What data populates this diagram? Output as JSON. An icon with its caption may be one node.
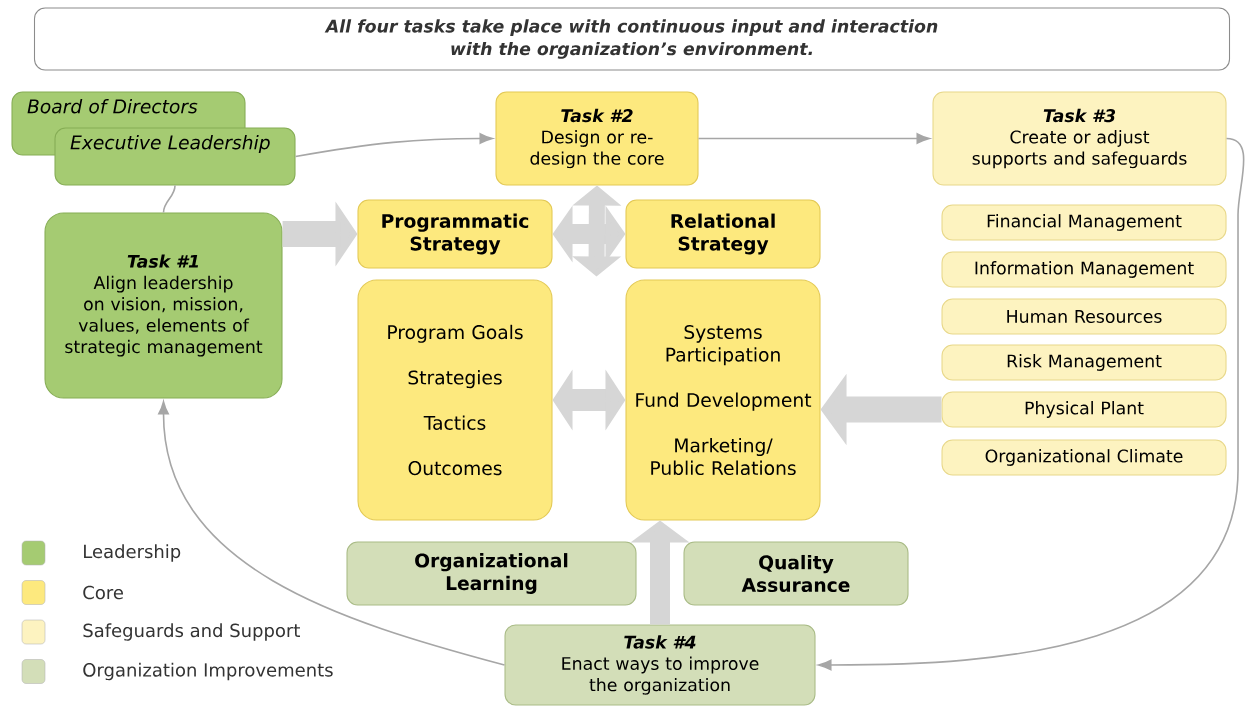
{
  "diagram": {
    "title": "All four tasks take place with continuous input and interaction with the organization’s environment.",
    "nodes": [
      {
        "text": [
          "Board of Directors"
        ]
      },
      {
        "text": [
          "Executive Leadership"
        ]
      },
      {
        "text": [
          "Task #2",
          "Design or re-design the core"
        ]
      },
      {
        "text": [
          "Task #3",
          "Create or adjust supports and safeguards"
        ]
      },
      {
        "text": [
          "Task #1",
          "Align leadership on vision, mission, values, elements of strategic management"
        ]
      },
      {
        "text": [
          "Programmatic Strategy"
        ]
      },
      {
        "text": [
          "Relational Strategy"
        ]
      },
      {
        "text": [
          "Financial Management"
        ]
      },
      {
        "text": [
          "Information Management"
        ]
      },
      {
        "text": [
          "Human Resources"
        ]
      },
      {
        "text": [
          "Risk Management"
        ]
      },
      {
        "text": [
          "Physical Plant"
        ]
      },
      {
        "text": [
          "Organizational Climate"
        ]
      },
      {
        "text": [
          "Program Goals",
          "Strategies",
          "Tactics",
          "Outcomes"
        ]
      },
      {
        "text": [
          "Systems Participation",
          "Fund Development",
          "Marketing/ Public Relations"
        ]
      },
      {
        "text": [
          "Organizational Learning"
        ]
      },
      {
        "text": [
          "Quality Assurance"
        ]
      },
      {
        "text": [
          "Task #4",
          "Enact ways to improve the organization"
        ]
      }
    ],
    "edges": [
      {
        "from": 1,
        "to": 2,
        "arrow": "to",
        "color": "#a6a6a6"
      },
      {
        "from": 2,
        "to": 3,
        "arrow": "to",
        "color": "#a6a6a6"
      },
      {
        "from": 3,
        "to": 17,
        "arrow": "to",
        "color": "#a6a6a6"
      },
      {
        "from": 17,
        "to": 4,
        "arrow": "to",
        "color": "#a6a6a6"
      },
      {
        "from": 4,
        "to": 1,
        "arrow": "none",
        "color": "#a6a6a6"
      },
      {
        "from": 4,
        "to": 5,
        "arrow": "to"
      },
      {
        "from": 5,
        "to": 6,
        "arrow": "both"
      },
      {
        "from": 13,
        "to": 14,
        "arrow": "both"
      },
      {
        "from": 11,
        "to": 14,
        "arrow": "to"
      },
      {
        "from": 2,
        "to": 6,
        "arrow": "both"
      },
      {
        "from": 17,
        "to": 14,
        "arrow": "to"
      }
    ],
    "legend": [
      {
        "text": "Leadership",
        "color": "#a5cb72"
      },
      {
        "text": "Core",
        "color": "#fde97e"
      },
      {
        "text": "Safeguards and Support",
        "color": "#fdf3c0"
      },
      {
        "text": "Organization Improvements",
        "color": "#d3deb8"
      }
    ]
  }
}
